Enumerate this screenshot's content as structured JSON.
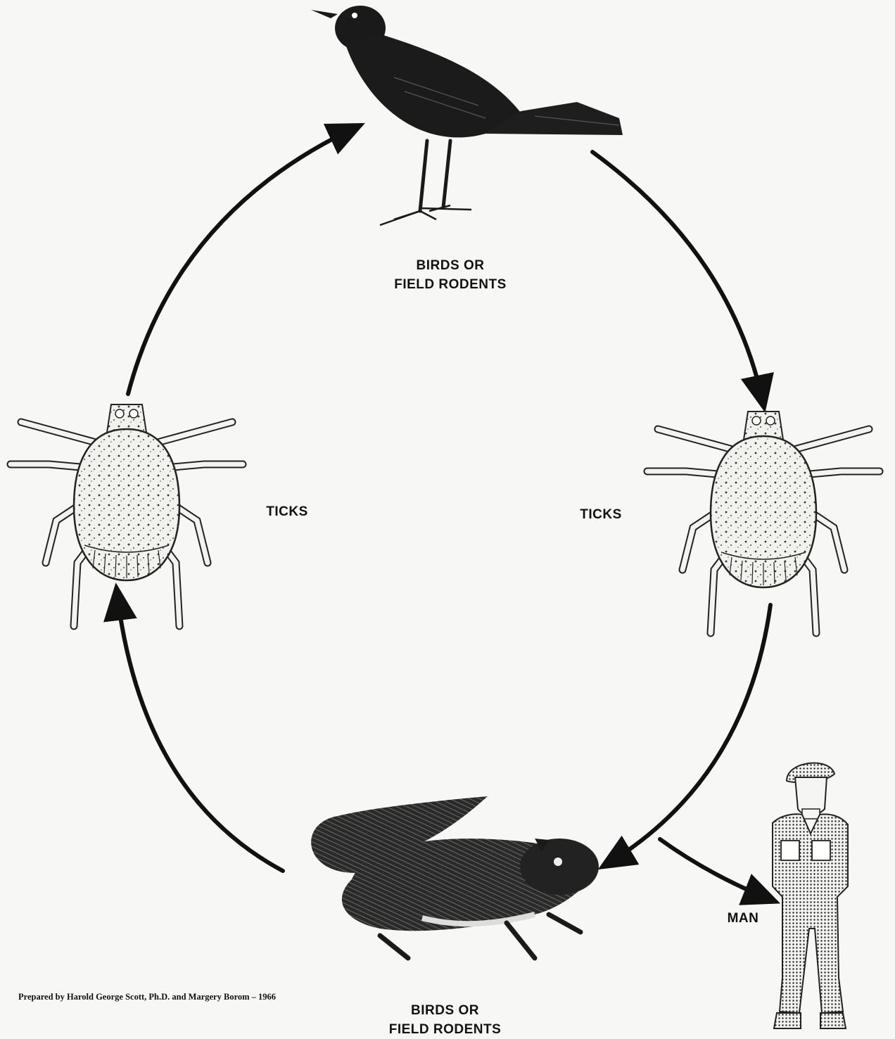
{
  "nodes": {
    "top_host": {
      "line1": "BIRDS OR",
      "line2": "FIELD RODENTS"
    },
    "left_vector": "TICKS",
    "right_vector": "TICKS",
    "bottom_host": {
      "line1": "BIRDS OR",
      "line2": "FIELD RODENTS"
    },
    "human": "MAN"
  },
  "credit": "Prepared by Harold George Scott, Ph.D. and Margery Borom – 1966",
  "icons": [
    "bird-icon",
    "tick-icon",
    "tick-icon",
    "squirrel-icon",
    "man-icon"
  ],
  "colors": {
    "ink": "#111111",
    "paper": "#f7f7f5"
  }
}
